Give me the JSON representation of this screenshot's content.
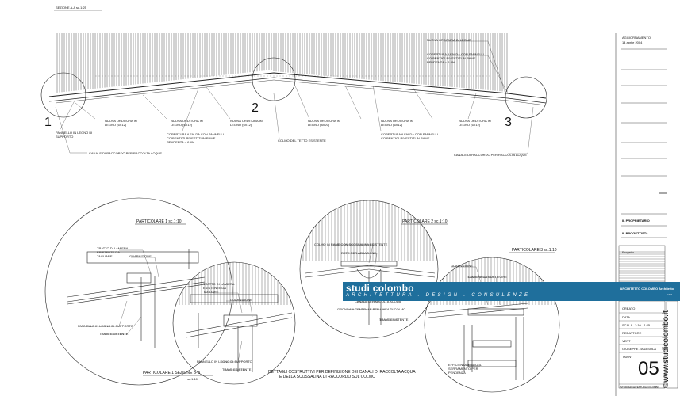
{
  "section": {
    "title": "SEZIONE A-A   sc.1:25"
  },
  "callouts": {
    "one": "1",
    "two": "2",
    "three": "3"
  },
  "section_labels": {
    "new_roof_top_right": "NUOVA ORDITURA IN LEGNO",
    "cover_panels_right": "COPERTURA A FALDA CON PANNELLI COIBENTATI RIVESTITI IN RAME PENDENZA = 6.4%",
    "support_panel": "PANNELLO IN LEGNO DI SUPPORTO",
    "new_roof_1": "NUOVA ORDITURA IN LEGNO (6X12)",
    "new_roof_2": "NUOVA ORDITURA IN LEGNO (6X12)",
    "new_roof_3": "NUOVA ORDITURA IN LEGNO (6X12)",
    "new_roof_4": "NUOVA ORDITURA IN LEGNO (8X20)",
    "new_roof_5": "NUOVA ORDITURA IN LEGNO (6X12)",
    "new_roof_6": "NUOVA ORDITURA IN LEGNO (6X12)",
    "cover_panels_left": "COPERTURA A FALDA CON PANNELLI COIBENTATI RIVESTITI IN RAME PENDENZA = 6.4%",
    "cover_panels_mid": "COPERTURA A FALDA CON PANNELLI COIBENTATI RIVESTITI IN RAME",
    "ridge": "COLMO DEL TETTO ESISTENTE",
    "gutter_left": "CANALE DI RACCORDO PER RACCOLTA ACQUE",
    "gutter_right": "CANALE DI RACCORDO PER RACCOLTA ACQUE"
  },
  "details": {
    "d1": "PARTICOLARE 1  sc.1:10",
    "d2": "PARTICOLARE 2  sc.1:10",
    "d3": "PARTICOLARE 3  sc.1:10",
    "d1b": "PARTICOLARE 1 SEZIONE B-B",
    "d1b_scale": "sc.1:10",
    "caption_line1": "DETTAGLI COSTRUTTIVI PER DEFINIZIONE DEI CANALI DI RACCOLTA ACQUA",
    "caption_line2": "E DELLA SCOSSALINA DI RACCORDO SUL COLMO",
    "d1_labels": [
      "TRATTO DI LAMIERA ESISTENTE DA TAGLIARE",
      "GUARNIZIONE",
      "PANNELLO IN LEGNO DI SUPPORTO",
      "TRAVE ESISTENTE"
    ],
    "d1b_labels": [
      "TRATTO DI LAMIERA ESISTENTE DA TAGLIARE",
      "GUARNIZIONE",
      "PANNELLO IN LEGNO DI SUPPORTO",
      "TRAVE ESISTENTE"
    ],
    "d2_labels": [
      "COLMO IN RAME CON SCOSSALINA ESISTENTE",
      "RETE PER AERAZIONE",
      "CANALE DI RACCOLTA ACQUA",
      "GRONDAIA CENTRALE PER LINEA DI COLMO",
      "TRAVE ESISTENTE"
    ],
    "d3_labels": [
      "GUARNIZIONE",
      "LAMIERA DA SOSTITUIRE",
      "EFFICIENTAMENTO IL SERRAMENTO PER PENDENZA"
    ]
  },
  "title_block": {
    "update_label": "AGGIORNAMENTO",
    "update_date": "14 aprile 2004",
    "owner": "IL PROPRIETARIO",
    "designer": "IL PROGETTISTA",
    "project": "Progetto",
    "architect": "ARCHITETTO COLOMBO Architetto",
    "page": "1/60",
    "created": "CREATO",
    "date": "DATA",
    "scale_label": "SCALA",
    "scale_value": "1:10 - 1:25",
    "edited": "REDATTORE",
    "vertex": "VERT",
    "file": "GIUSEPPE ZANASOLA",
    "sheet_label": "TAV N°",
    "sheet_number": "05",
    "footer": "STUDI ARCHITETTURA COLOMBO"
  },
  "brand": {
    "name": "studi colombo",
    "tagline": "ARCHITETTURA . DESIGN . CONSULENZE",
    "website": "www.studicolombo.it",
    "copyright": "©"
  },
  "colors": {
    "banner": "#1f6f9c",
    "ink": "#111111"
  }
}
